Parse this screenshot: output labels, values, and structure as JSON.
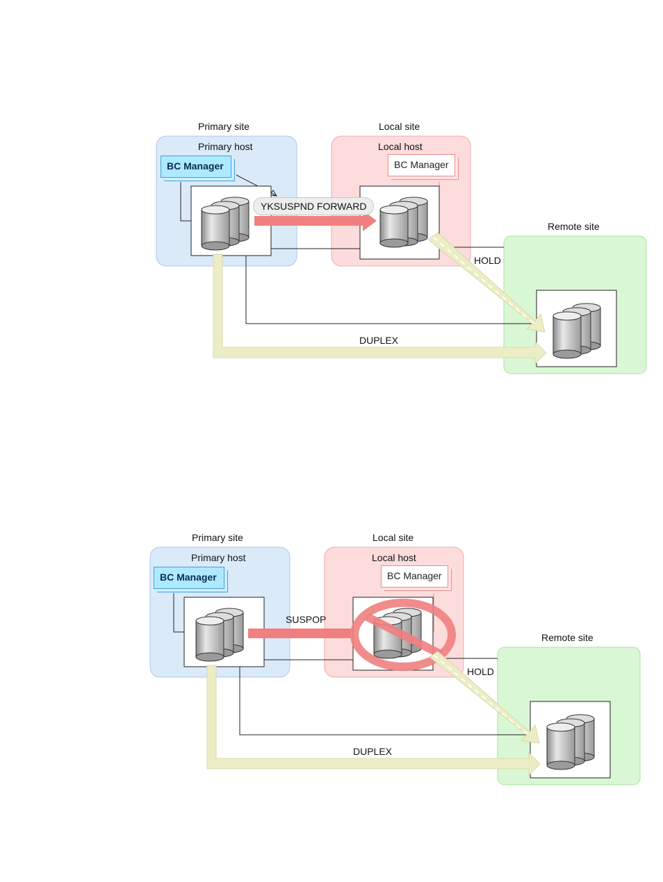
{
  "diagrams": [
    {
      "primary_site": "Primary site",
      "primary_host": "Primary host",
      "bc_manager_primary": "BC Manager",
      "local_site": "Local site",
      "local_host": "Local host",
      "bc_manager_local": "BC Manager",
      "remote_site": "Remote site",
      "command": "YKSUSPND FORWARD",
      "hold": "HOLD",
      "duplex": "DUPLEX"
    },
    {
      "primary_site": "Primary site",
      "primary_host": "Primary host",
      "bc_manager_primary": "BC Manager",
      "local_site": "Local site",
      "local_host": "Local host",
      "bc_manager_local": "BC Manager",
      "remote_site": "Remote site",
      "command": "SUSPOP",
      "hold": "HOLD",
      "duplex": "DUPLEX"
    }
  ],
  "colors": {
    "primary_fill": "#dbeaf9",
    "local_fill": "#fcdcdc",
    "remote_fill": "#d9f7d4",
    "red_arrow": "#f08080",
    "yellow_arrow": "#ecedc5"
  }
}
